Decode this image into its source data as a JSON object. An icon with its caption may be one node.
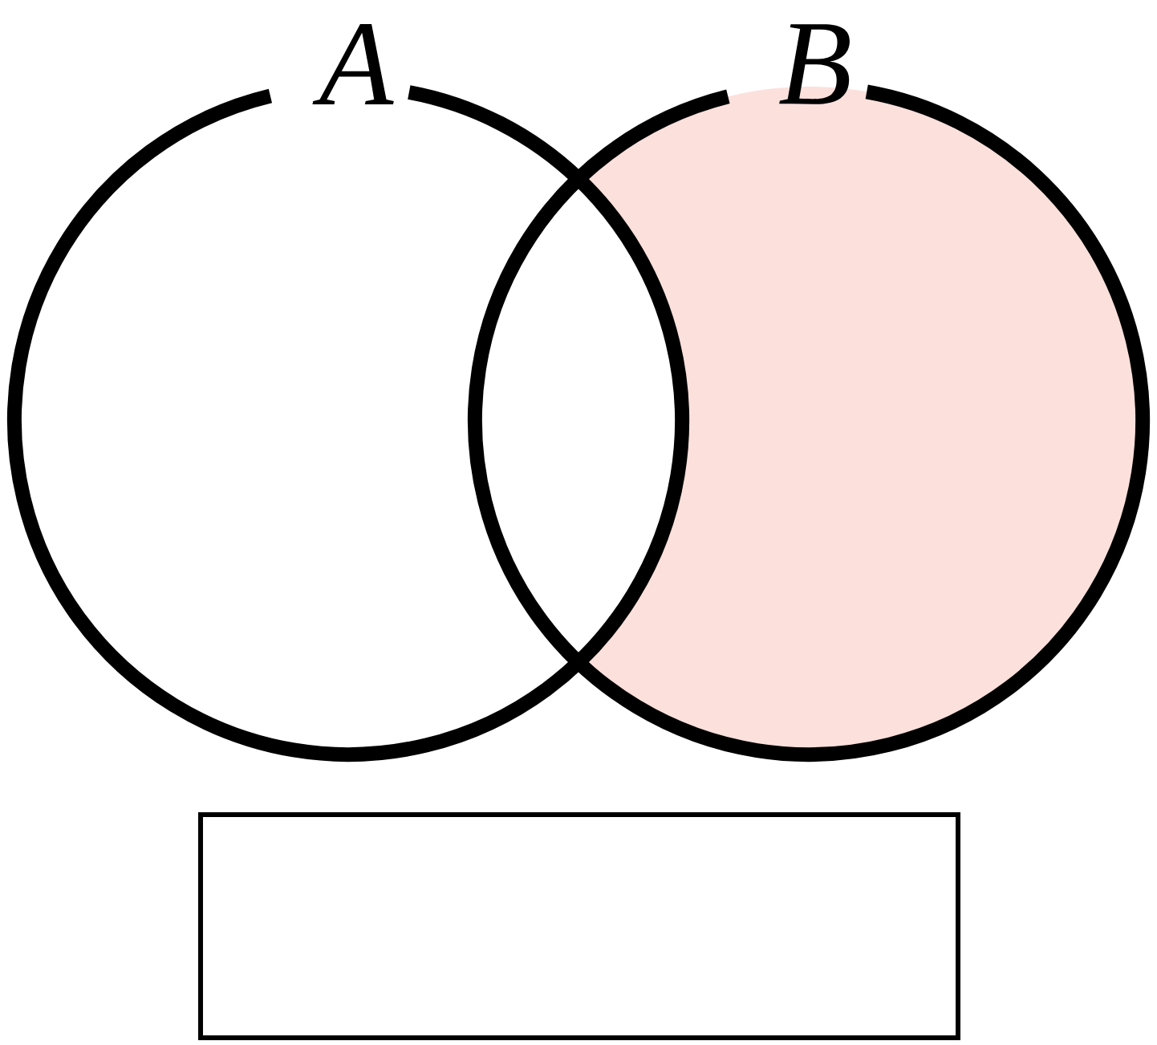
{
  "diagram": {
    "nodes": [
      {
        "text": [
          "A"
        ]
      },
      {
        "text": [
          "B"
        ]
      },
      {
        "text": [],
        "shape": "box"
      }
    ]
  }
}
